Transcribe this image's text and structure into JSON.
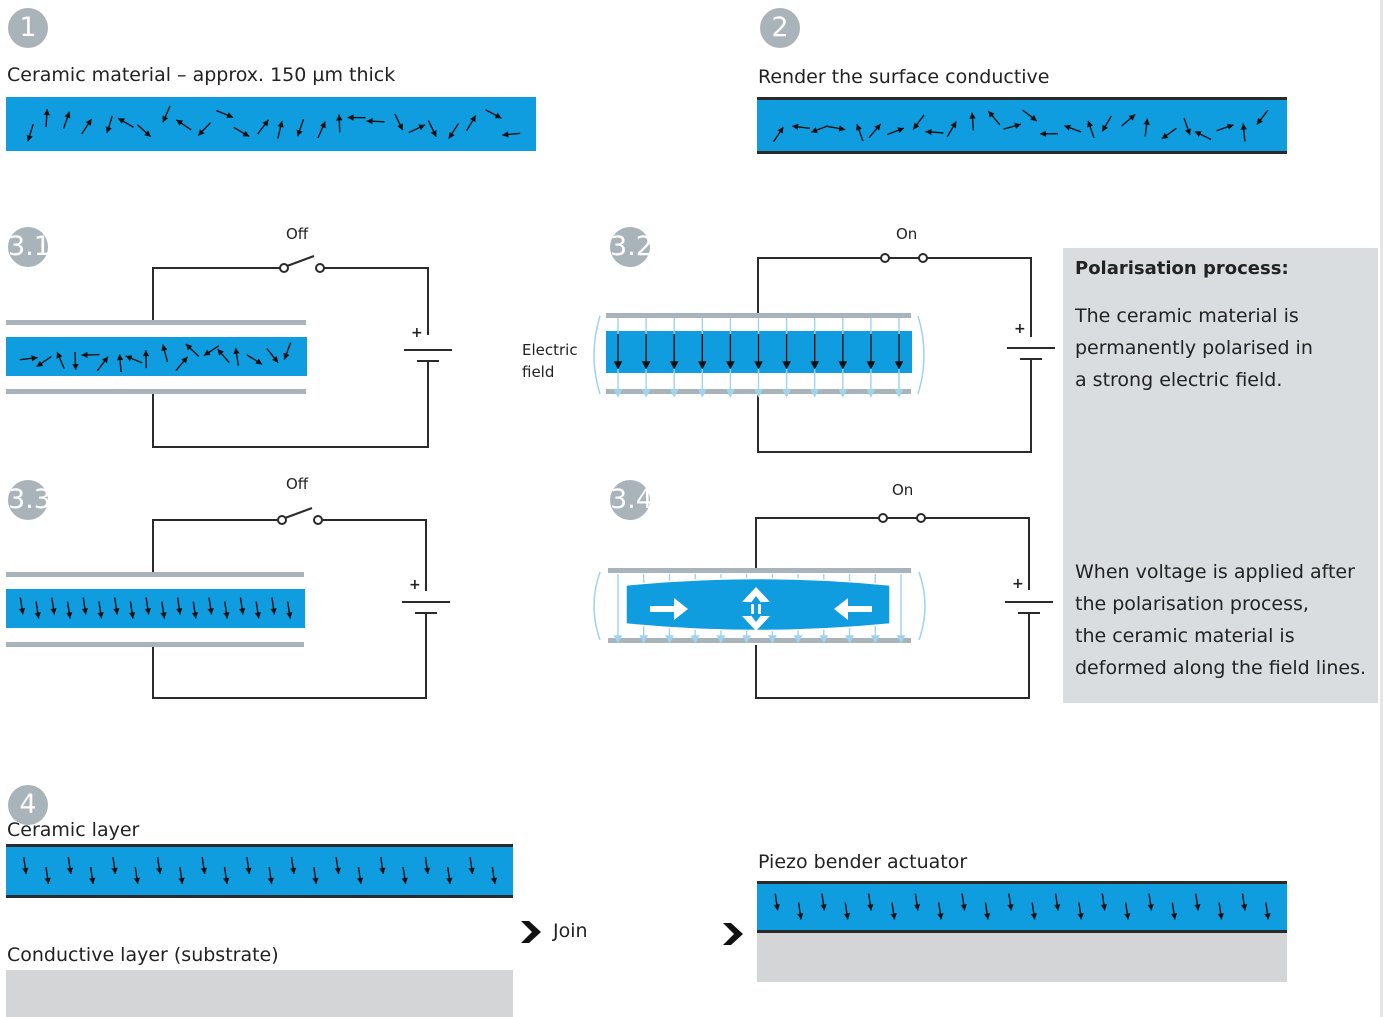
{
  "steps": {
    "s1": "1",
    "s2": "2",
    "s31": "3.1",
    "s32": "3.2",
    "s33": "3.3",
    "s34": "3.4",
    "s4": "4"
  },
  "labels": {
    "ceramic_material": "Ceramic material – approx. 150 µm thick",
    "render_surface": "Render the surface conductive",
    "switch_off_1": "Off",
    "switch_on_1": "On",
    "switch_off_2": "Off",
    "switch_on_2": "On",
    "plus_sign": "+",
    "electric_field_line1": "Electric",
    "electric_field_line2": "field",
    "ceramic_layer": "Ceramic layer",
    "conductive_layer": "Conductive layer (substrate)",
    "join": "Join",
    "piezo_bender": "Piezo bender actuator"
  },
  "panel": {
    "title": "Polarisation process:",
    "para1_line1": "The ceramic material is",
    "para1_line2": "permanently polarised in",
    "para1_line3": "a strong electric field.",
    "para2_line1": "When voltage is applied after",
    "para2_line2": "the polarisation process,",
    "para2_line3": "the ceramic material is",
    "para2_line4": "deformed along the field lines."
  },
  "colors": {
    "ceramic_blue": "#0f9de0",
    "electrode_grey": "#a8b3ba",
    "substrate_grey": "#d4d5d6",
    "panel_grey": "#d9dde0",
    "field_line_blue": "#9fd3ee",
    "step_badge": "#a9b3ba"
  },
  "icons": [
    "arrow-right-icon",
    "double-arrow-vertical-icon",
    "arrow-left-icon",
    "chevron-right-icon",
    "battery-icon",
    "switch-icon"
  ]
}
